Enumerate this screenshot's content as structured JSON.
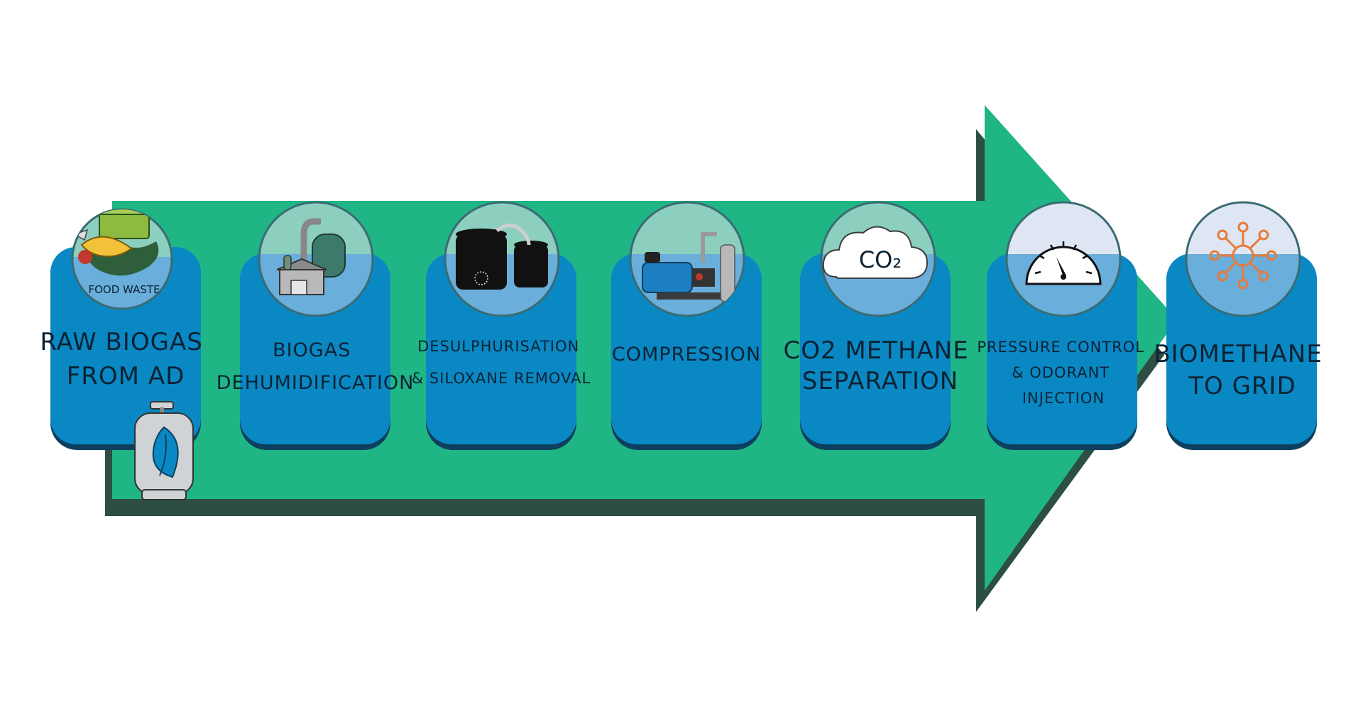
{
  "diagram": {
    "steps": [
      {
        "id": "raw-biogas",
        "lines": [
          "RAW BIOGAS",
          "FROM AD"
        ],
        "icon": "food-waste-icon",
        "icon_caption": "FOOD WASTE"
      },
      {
        "id": "dehumidification",
        "lines": [
          "BIOGAS",
          "DEHUMIDIFICATION"
        ],
        "icon": "dehumidifier-plant-icon"
      },
      {
        "id": "desulphurisation",
        "lines": [
          "DESULPHURISATION",
          "& SILOXANE REMOVAL"
        ],
        "icon": "filter-tanks-icon"
      },
      {
        "id": "compression",
        "lines": [
          "COMPRESSION"
        ],
        "icon": "compressor-pump-icon"
      },
      {
        "id": "separation",
        "lines": [
          "CO2 METHANE",
          "SEPARATION"
        ],
        "icon": "co2-cloud-icon",
        "icon_caption": "CO₂"
      },
      {
        "id": "pressure-control",
        "lines": [
          "PRESSURE CONTROL",
          "& ODORANT",
          "INJECTION"
        ],
        "icon": "pressure-gauge-icon"
      },
      {
        "id": "to-grid",
        "lines": [
          "BIOMETHANE",
          "TO GRID"
        ],
        "icon": "grid-network-icon"
      }
    ],
    "extra_icons": [
      "gas-cylinder-leaf-icon"
    ],
    "colors": {
      "arrow": "#1fb585",
      "arrow_shadow": "#2d4f43",
      "card": "#0a88c4",
      "card_border": "#0d3f5e",
      "bubble_water": "#6aaedb",
      "bubble_air": "#8ccfbf",
      "bubble_border": "#3b6b73",
      "grid_icon": "#e87a3a"
    }
  }
}
